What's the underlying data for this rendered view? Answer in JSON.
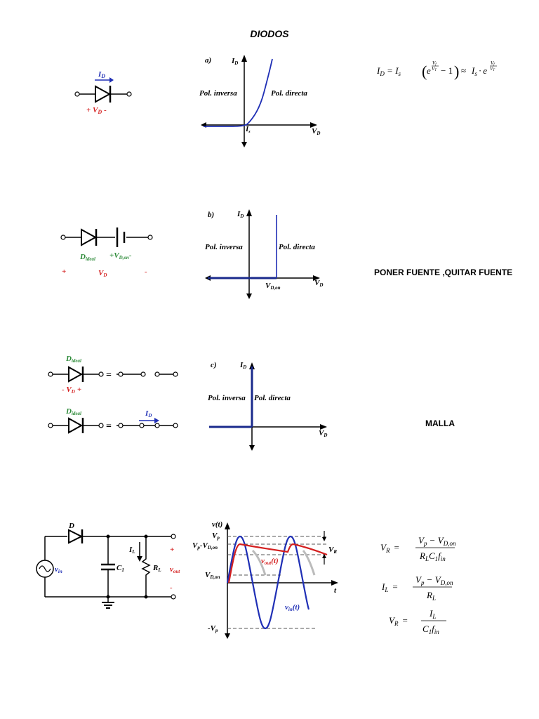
{
  "title": "DIODOS",
  "notes": {
    "poner": "PONER FUENTE ,QUITAR FUENTE",
    "malla": "MALLA"
  },
  "row1": {
    "diode": {
      "current": "I",
      "current_sub": "D",
      "v_plus": "+ V",
      "v_sub": "D",
      "v_minus": "-"
    },
    "graph": {
      "tag": "a)",
      "y": "I",
      "y_sub": "D",
      "x": "V",
      "x_sub": "D",
      "left": "Pol. inversa",
      "right": "Pol. directa",
      "is": "I",
      "is_sub": "s"
    },
    "equation": {
      "lhs": "I",
      "lhs_sub": "D",
      "eq": "=",
      "is": "I",
      "is_sub": "s",
      "e1": "e",
      "num": "V",
      "num_sub": "f",
      "den": "V",
      "den_sub": "T",
      "minus1": "− 1",
      "approx": "≈",
      "is2": "I",
      "is2_sub": "s",
      "dot": "·",
      "e2": "e",
      "num2": "V",
      "num2_sub": "f",
      "den2": "V",
      "den2_sub": "T"
    }
  },
  "row2": {
    "diode": {
      "label": "D",
      "label_sub": "ideal",
      "vdon": "+V",
      "vdon_sub": "D,on",
      "vdon_tail": "-",
      "plus": "+",
      "vd": "V",
      "vd_sub": "D",
      "minus": "-"
    },
    "graph": {
      "tag": "b)",
      "y": "I",
      "y_sub": "D",
      "x": "V",
      "x_sub": "D",
      "left": "Pol. inversa",
      "right": "Pol. directa",
      "von": "V",
      "von_sub": "D,on"
    }
  },
  "row3": {
    "diode1": {
      "label": "D",
      "label_sub": "ideal",
      "vd_minus": "- V",
      "vd_sub": "D",
      "vd_plus": "+",
      "eq": "="
    },
    "diode2": {
      "label": "D",
      "label_sub": "ideal",
      "eq": "=",
      "id": "I",
      "id_sub": "D"
    },
    "graph": {
      "tag": "c)",
      "y": "I",
      "y_sub": "D",
      "x": "V",
      "x_sub": "D",
      "left": "Pol. inversa",
      "right": "Pol. directa"
    }
  },
  "row4": {
    "circuit": {
      "d": "D",
      "vin": "v",
      "vin_sub": "in",
      "il": "I",
      "il_sub": "L",
      "c1": "C",
      "c1_sub": "1",
      "rl": "R",
      "rl_sub": "L",
      "plus": "+",
      "vout": "v",
      "vout_sub": "out",
      "minus": "-"
    },
    "graph": {
      "vt": "v(t)",
      "vp": "V",
      "vp_sub": "p",
      "vpvd": "V",
      "vpvd_sub": "p",
      "vpvd_mid": "-V",
      "vpvd_sub2": "D,on",
      "vdon": "V",
      "vdon_sub": "D,on",
      "mvp": "-V",
      "mvp_sub": "p",
      "t": "t",
      "vr": "V",
      "vr_sub": "R",
      "vout": "v",
      "vout_sub": "out",
      "vout_tail": "(t)",
      "vin": "v",
      "vin_sub": "in",
      "vin_tail": "(t)"
    },
    "equations": {
      "vr1": {
        "lhs": "V",
        "lhs_sub": "R",
        "eq": "=",
        "num": "V",
        "num_sub": "p",
        "minus": "−",
        "num2": "V",
        "num2_sub": "D,on",
        "den1": "R",
        "den1_sub": "L",
        "den2": "C",
        "den2_sub": "1",
        "den3": "f",
        "den3_sub": "in"
      },
      "il": {
        "lhs": "I",
        "lhs_sub": "L",
        "eq": "=",
        "num": "V",
        "num_sub": "p",
        "minus": "−",
        "num2": "V",
        "num2_sub": "D,on",
        "den": "R",
        "den_sub": "L"
      },
      "vr2": {
        "lhs": "V",
        "lhs_sub": "R",
        "eq": "=",
        "num": "I",
        "num_sub": "L",
        "den1": "C",
        "den1_sub": "1",
        "den2": "f",
        "den2_sub": "in"
      }
    }
  },
  "colors": {
    "blue": "#1f2fb5",
    "red": "#d42020",
    "green": "#2e8b3a",
    "navy": "#1a2a8c",
    "black": "#000000"
  }
}
